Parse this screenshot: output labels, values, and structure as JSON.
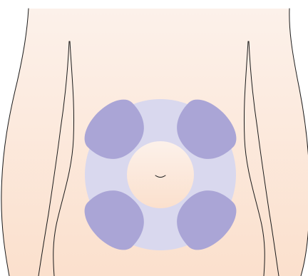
{
  "figure": {
    "subject": "abdomen-front-view",
    "colors": {
      "background": "#ffffff",
      "skin_top": "#fcf1ea",
      "skin_bottom": "#fbe0cd",
      "outline": "#1a1a1a",
      "zone_ring": "#d9d8ee",
      "zone_lobe": "#aaa5d6"
    },
    "zones": [
      {
        "name": "upper-left"
      },
      {
        "name": "upper-right"
      },
      {
        "name": "lower-left"
      },
      {
        "name": "lower-right"
      }
    ]
  }
}
